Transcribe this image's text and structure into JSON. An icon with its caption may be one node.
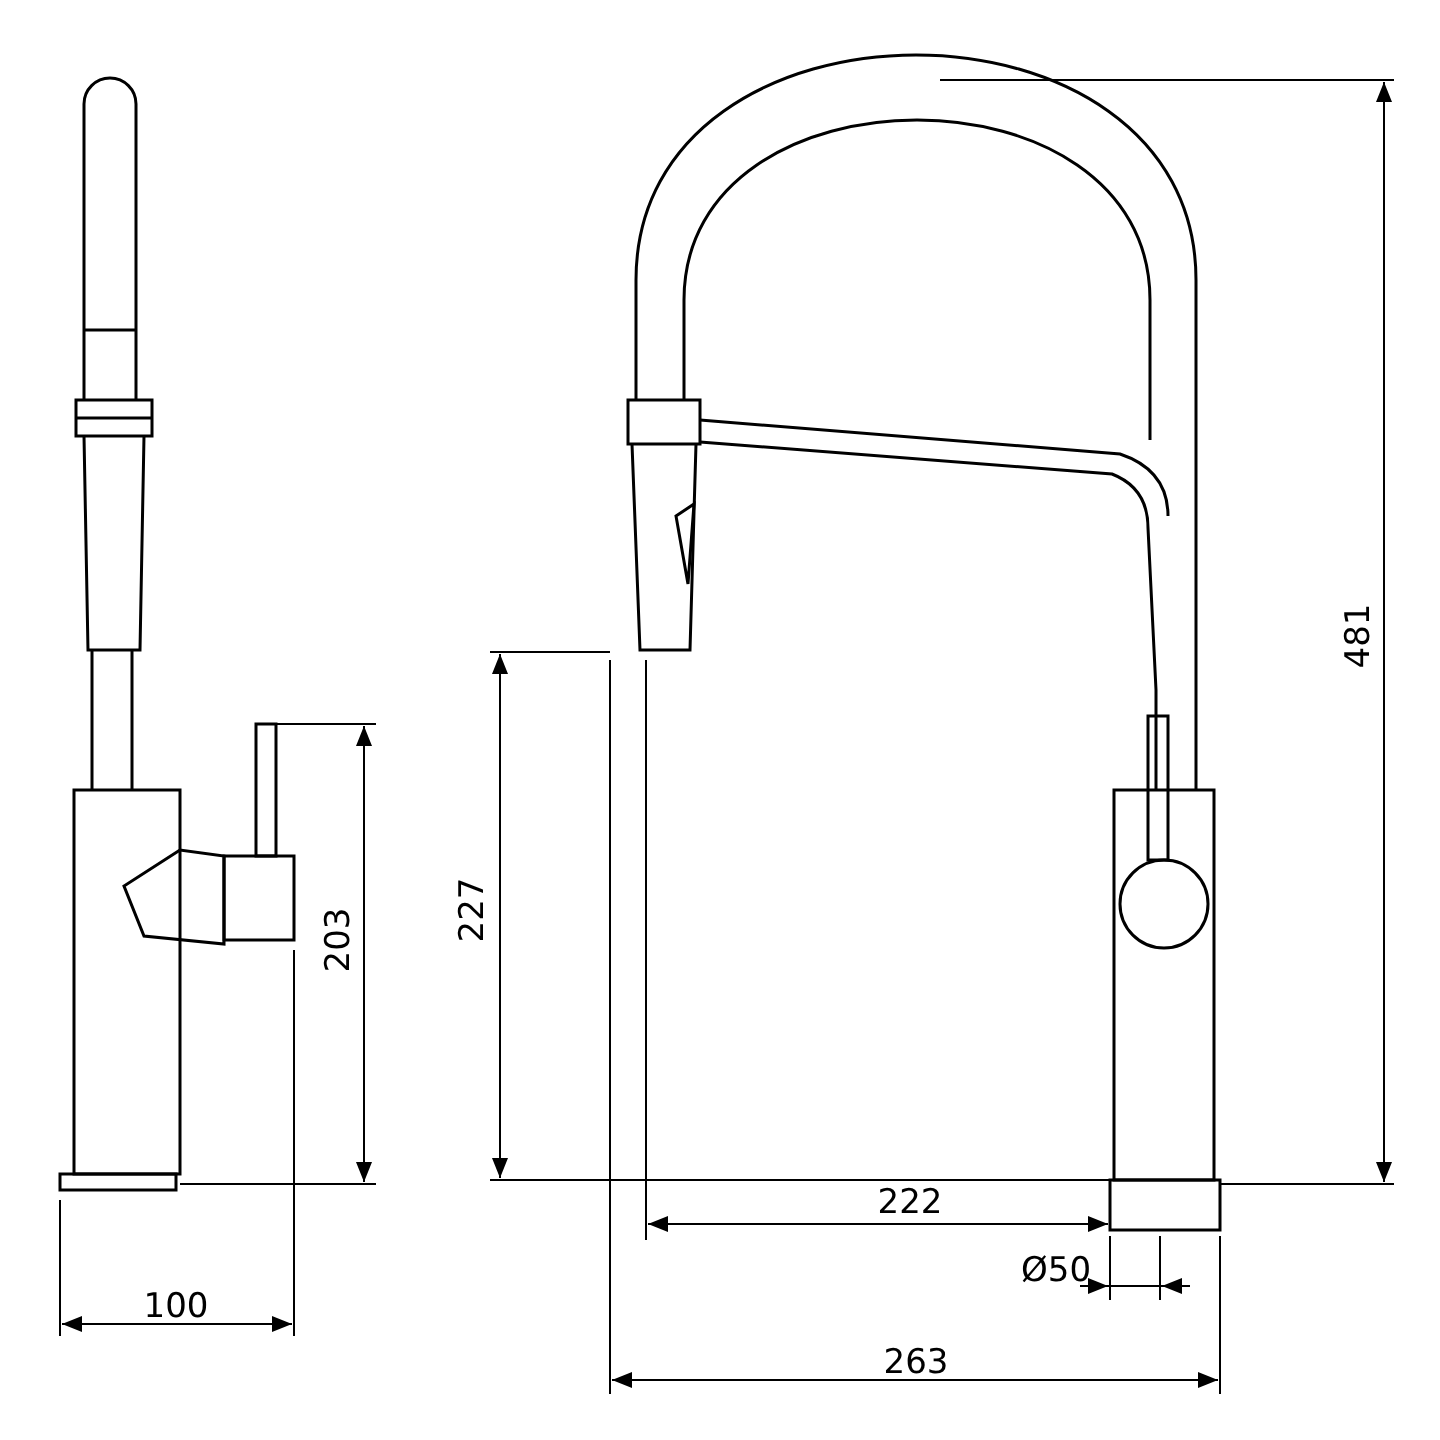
{
  "diagram": {
    "labels": [
      "481",
      "203",
      "227",
      "222",
      "100",
      "Ø50",
      "263"
    ]
  }
}
